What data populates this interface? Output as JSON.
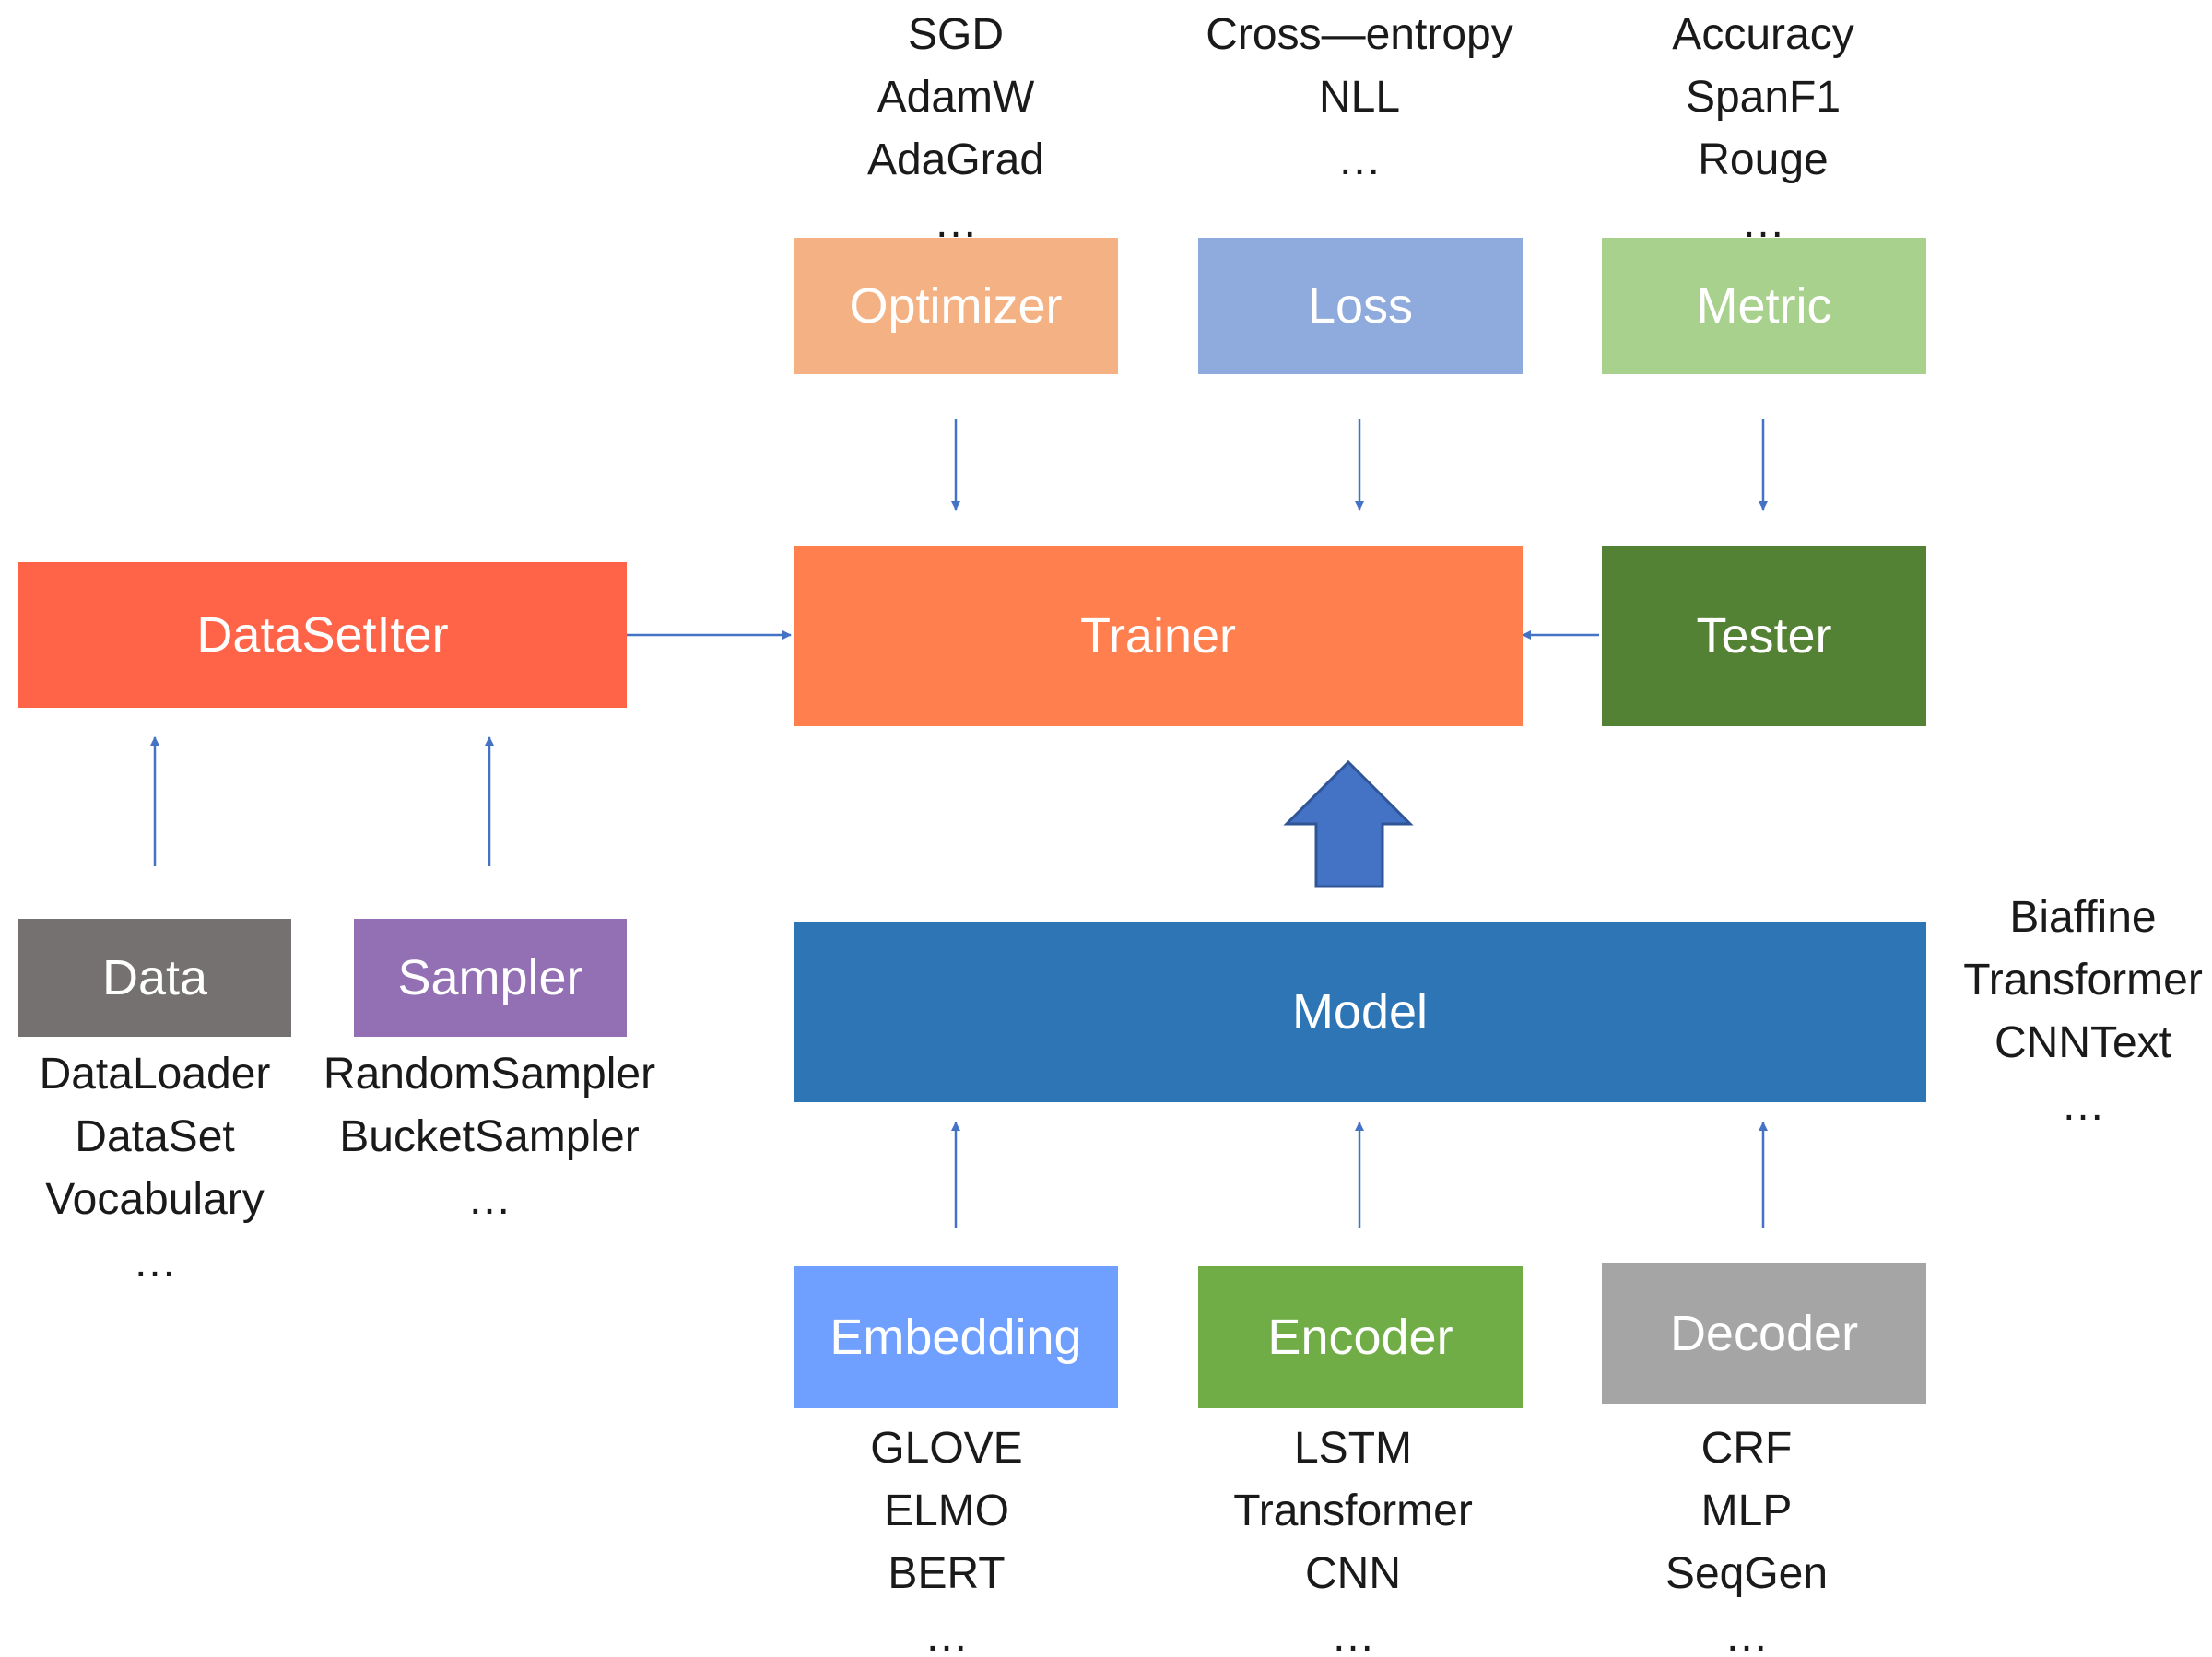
{
  "colors": {
    "optimizer": "#F4B183",
    "loss": "#8FAADC",
    "metric": "#A9D18E",
    "trainer": "#FF7F4F",
    "datasetiter": "#FF6348",
    "tester": "#548235",
    "data": "#767171",
    "sampler": "#9370B3",
    "model": "#2E75B6",
    "embedding": "#70A0FF",
    "encoder": "#70AD47",
    "decoder": "#A5A5A5",
    "arrow": "#4472C4",
    "big_arrow": "#4472C4"
  },
  "boxes": {
    "optimizer": "Optimizer",
    "loss": "Loss",
    "metric": "Metric",
    "trainer": "Trainer",
    "datasetiter": "DataSetIter",
    "tester": "Tester",
    "data": "Data",
    "sampler": "Sampler",
    "model": "Model",
    "embedding": "Embedding",
    "encoder": "Encoder",
    "decoder": "Decoder"
  },
  "lists": {
    "optimizer": [
      "SGD",
      "AdamW",
      "AdaGrad",
      "…"
    ],
    "loss": [
      "Cross—entropy",
      "NLL",
      "…"
    ],
    "metric": [
      "Accuracy",
      "SpanF1",
      "Rouge",
      "…"
    ],
    "model": [
      "Biaffine",
      "Transformer",
      "CNNText",
      "…"
    ],
    "data": [
      "DataLoader",
      "DataSet",
      "Vocabulary",
      "…"
    ],
    "sampler": [
      "RandomSampler",
      "BucketSampler",
      "…"
    ],
    "embedding": [
      "GLOVE",
      "ELMO",
      "BERT",
      "…"
    ],
    "encoder": [
      "LSTM",
      "Transformer",
      "CNN",
      "…"
    ],
    "decoder": [
      "CRF",
      "MLP",
      "SeqGen",
      "…"
    ]
  }
}
